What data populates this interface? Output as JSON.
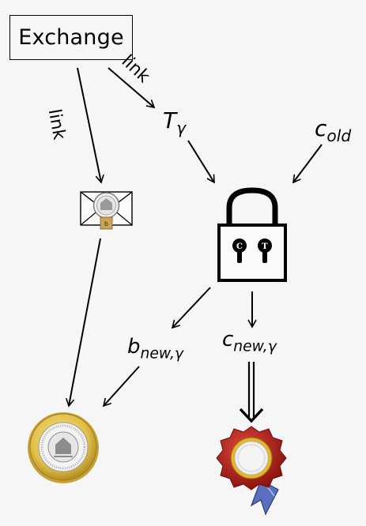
{
  "nodes": {
    "exchange": "Exchange",
    "edge_link_left": "link",
    "edge_link_right": "link",
    "t_gamma": {
      "base": "T",
      "sub": "γ"
    },
    "c_old": {
      "base": "c",
      "sub": "old"
    },
    "b_new_gamma": {
      "base": "b",
      "sub": "new,γ"
    },
    "c_new_gamma": {
      "base": "c",
      "sub": "new,γ"
    },
    "lock_keys": [
      "C",
      "T"
    ],
    "envelope_tag": "b"
  },
  "colors": {
    "background": "#f6f6f6",
    "coin_gold": "#e2c04a",
    "seal_red": "#b8231c",
    "ribbon_blue": "#5a6fc0"
  }
}
